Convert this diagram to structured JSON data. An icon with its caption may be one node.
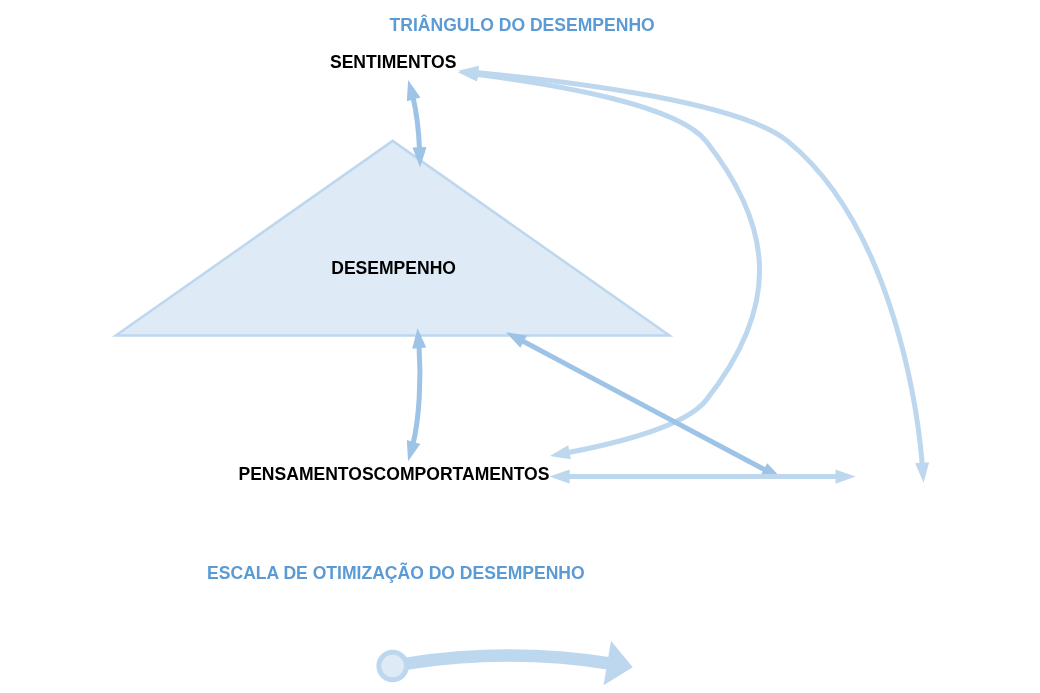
{
  "diagram": {
    "title": "TRIÂNGULO DO DESEMPENHO",
    "nodes": [
      {
        "text": [
          "SENTIMENTOS"
        ]
      },
      {
        "text": [
          "DESEMPENHO"
        ]
      },
      {
        "text": [
          "PENSAMENTOSCOMPORTAMENTOS"
        ]
      },
      {
        "text": [],
        "shape": "circle"
      }
    ],
    "edges": [
      {
        "from": 0,
        "to": 2,
        "arrow": "both"
      },
      {
        "from": 0,
        "to": null,
        "arrow": "both"
      },
      {
        "from": 2,
        "to": null,
        "arrow": "both"
      },
      {
        "from": 1,
        "to": 0,
        "arrow": "both",
        "color": "#9dc3e6"
      },
      {
        "from": 1,
        "to": 2,
        "arrow": "both",
        "color": "#9dc3e6"
      },
      {
        "from": 1,
        "to": null,
        "arrow": "both",
        "color": "#9dc3e6"
      },
      {
        "from": 3,
        "to": null,
        "arrow": "to",
        "style": "thick"
      }
    ],
    "labels": [
      "ESCALA DE OTIMIZAÇÃO DO DESEMPENHO"
    ]
  }
}
